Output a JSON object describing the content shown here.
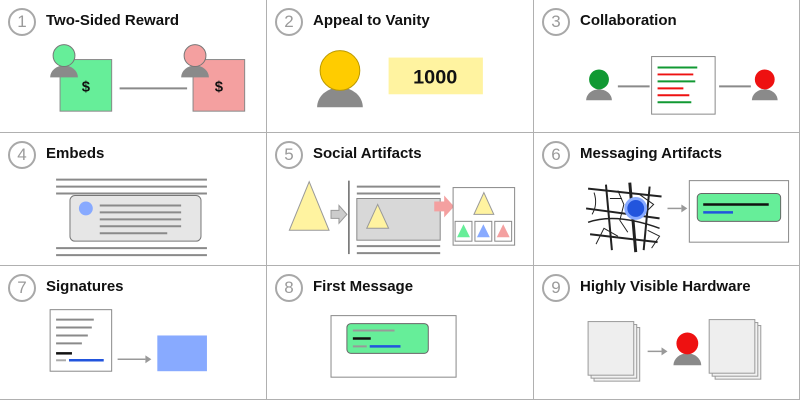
{
  "patterns": [
    {
      "number": "1",
      "title": "Two-Sided Reward"
    },
    {
      "number": "2",
      "title": "Appeal to Vanity"
    },
    {
      "number": "3",
      "title": "Collaboration"
    },
    {
      "number": "4",
      "title": "Embeds"
    },
    {
      "number": "5",
      "title": "Social Artifacts"
    },
    {
      "number": "6",
      "title": "Messaging Artifacts"
    },
    {
      "number": "7",
      "title": "Signatures"
    },
    {
      "number": "8",
      "title": "First Message"
    },
    {
      "number": "9",
      "title": "Highly Visible Hardware"
    }
  ],
  "illustrations": {
    "reward_symbol": "$",
    "vanity_score": "1000"
  },
  "colors": {
    "green": "#66ee99",
    "pink": "#f4a0a0",
    "yellow": "#fff3a0",
    "gold": "#ffcc00",
    "gray_avatar": "#8a8a8a",
    "dark_green": "#119933",
    "red": "#ee1111",
    "blue": "#2255dd",
    "light_blue": "#88aaff",
    "panel_gray": "#d8d8d8"
  }
}
